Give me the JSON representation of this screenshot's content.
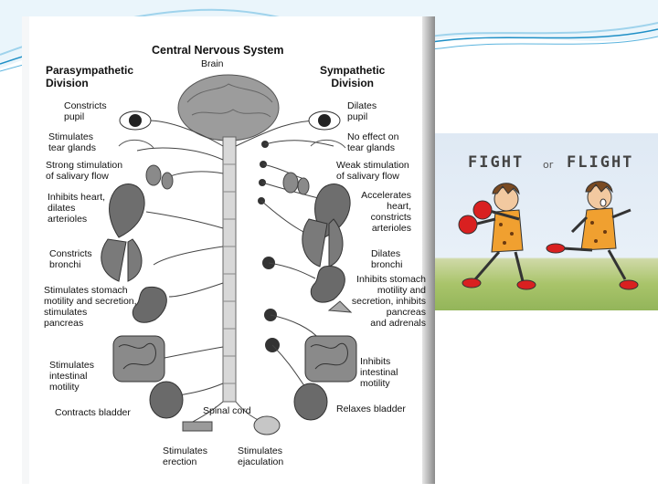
{
  "diagram": {
    "title": "Central Nervous System",
    "brain": "Brain",
    "parasympathetic_heading": "Parasympathetic\nDivision",
    "sympathetic_heading": "Sympathetic\nDivision",
    "parasympathetic_effects": [
      "Constricts\npupil",
      "Stimulates\ntear glands",
      "Strong stimulation\nof salivary flow",
      "Inhibits heart,\ndilates\narterioles",
      "Constricts\nbronchi",
      "Stimulates stomach\nmotility and secretion,\nstimulates\npancreas",
      "Stimulates\nintestinal\nmotility",
      "Contracts bladder",
      "Stimulates\nerection"
    ],
    "sympathetic_effects": [
      "Dilates\npupil",
      "No effect on\ntear glands",
      "Weak stimulation\nof salivary flow",
      "Accelerates\nheart,\nconstricts\narterioles",
      "Dilates\nbronchi",
      "Inhibits stomach\nmotility and\nsecretion, inhibits\npancreas\nand adrenals",
      "Inhibits\nintestinal\nmotility",
      "Relaxes bladder",
      "Stimulates\nejaculation"
    ],
    "spinal_cord": "Spinal cord"
  },
  "cartoon": {
    "word_left": "FIGHT",
    "word_or": "or",
    "word_right": "FLIGHT"
  },
  "colors": {
    "wave": "#1e8fc6",
    "wave_light": "#9fd3ec",
    "grass": "#93b55a",
    "glove": "#d92020"
  }
}
